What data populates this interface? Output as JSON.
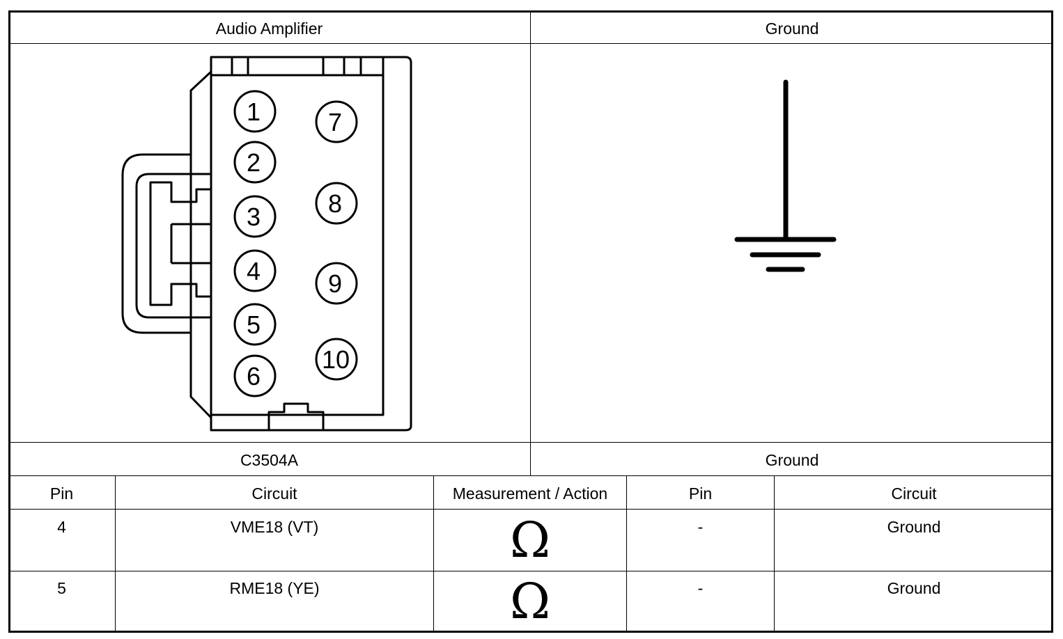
{
  "header": {
    "left_title": "Audio Amplifier",
    "right_title": "Ground"
  },
  "connector": {
    "id": "C3504A",
    "pins": [
      "1",
      "2",
      "3",
      "4",
      "5",
      "6",
      "7",
      "8",
      "9",
      "10"
    ]
  },
  "ground_label": "Ground",
  "table": {
    "columns": [
      "Pin",
      "Circuit",
      "Measurement / Action",
      "Pin",
      "Circuit"
    ],
    "rows": [
      {
        "pin": "4",
        "circuit": "VME18 (VT)",
        "measurement": "Ω",
        "to_pin": "-",
        "to_circuit": "Ground"
      },
      {
        "pin": "5",
        "circuit": "RME18 (YE)",
        "measurement": "Ω",
        "to_pin": "-",
        "to_circuit": "Ground"
      }
    ]
  }
}
